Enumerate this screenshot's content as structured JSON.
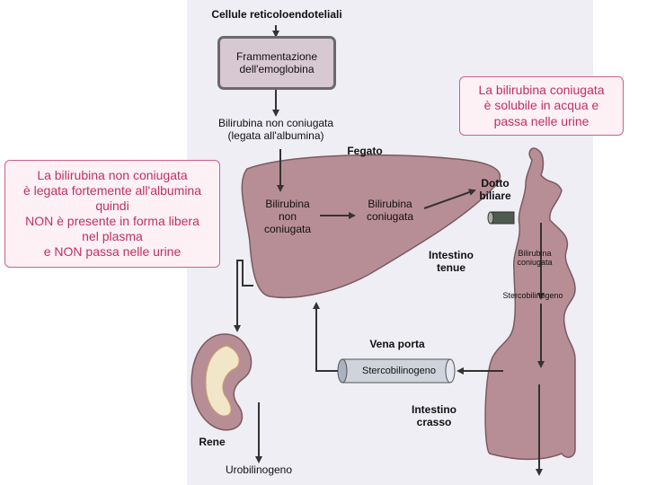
{
  "title": "Cellule reticoloendoteliali",
  "frammentazione": "Frammentazione\ndell'emoglobina",
  "bilirubina_non_coniugata_legata": "Bilirubina non coniugata\n(legata all'albumina)",
  "fegato": "Fegato",
  "note_left": "La bilirubina non coniugata\nè legata fortemente all'albumina\nquindi\nNON è presente in forma libera\nnel plasma\ne NON passa nelle urine",
  "note_right": "La bilirubina coniugata\nè solubile in acqua e\npassa nelle urine",
  "bilirubina_non_coniugata_liver": "Bilirubina\nnon\nconiugata",
  "bilirubina_coniugata_liver": "Bilirubina\nconiugata",
  "dotto_biliare": "Dotto\nbiliare",
  "intestino_tenue": "Intestino\ntenue",
  "bilirubina_coniugata_small": "Bilirubina\nconiugata",
  "stercobilinogeno_intestine": "Stercobilinogeno",
  "vena_porta": "Vena porta",
  "stercobilinogeno_tube": "Stercobilinogeno",
  "intestino_crasso": "Intestino\ncrasso",
  "rene": "Rene",
  "urobilinogeno": "Urobilinogeno",
  "colors": {
    "panel": "#eeeef4",
    "organ": "#b88e96",
    "organ_stroke": "#7a5a60",
    "kidney_inner": "#f2e6c8",
    "note_text": "#c03060",
    "note_border": "#d06080",
    "arrow": "#333333"
  }
}
